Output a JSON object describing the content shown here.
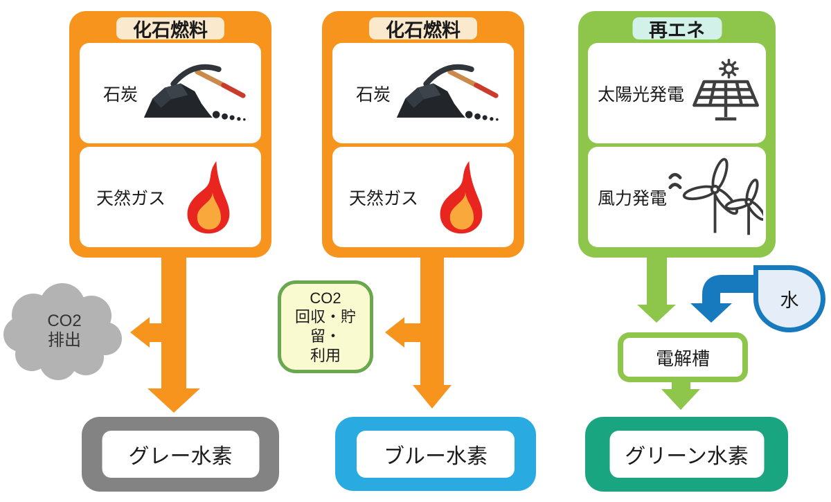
{
  "palette": {
    "orange": "#F7941D",
    "orange_header_bg": "#FBE9CE",
    "green": "#8DC64A",
    "green_header_bg": "#D2F1E8",
    "gray_box": "#838383",
    "cloud_gray": "#B3B3B3",
    "blue_box": "#29ABE2",
    "teal_box": "#19A57F",
    "capture_bg": "#FAFAD0",
    "capture_border": "#6AA84F",
    "water_border": "#1779BE",
    "water_fill": "#E4EDF8"
  },
  "icons": {
    "coal": "coal-pickaxe-icon",
    "gas": "flame-icon",
    "solar": "solar-panel-icon",
    "wind": "wind-turbine-icon",
    "co2_emission": "cloud-shape",
    "water": "water-drop-shape"
  },
  "col1": {
    "header": "化石燃料",
    "source1": "石炭",
    "source2": "天然ガス",
    "cloud_line1": "CO2",
    "cloud_line2": "排出",
    "product": "グレー水素"
  },
  "col2": {
    "header": "化石燃料",
    "source1": "石炭",
    "source2": "天然ガス",
    "capture_line1": "CO2",
    "capture_line2": "回収・貯留・",
    "capture_line3": "利用",
    "product": "ブルー水素"
  },
  "col3": {
    "header": "再エネ",
    "source1": "太陽光発電",
    "source2": "風力発電",
    "water": "水",
    "electrolyzer": "電解槽",
    "product": "グリーン水素"
  }
}
